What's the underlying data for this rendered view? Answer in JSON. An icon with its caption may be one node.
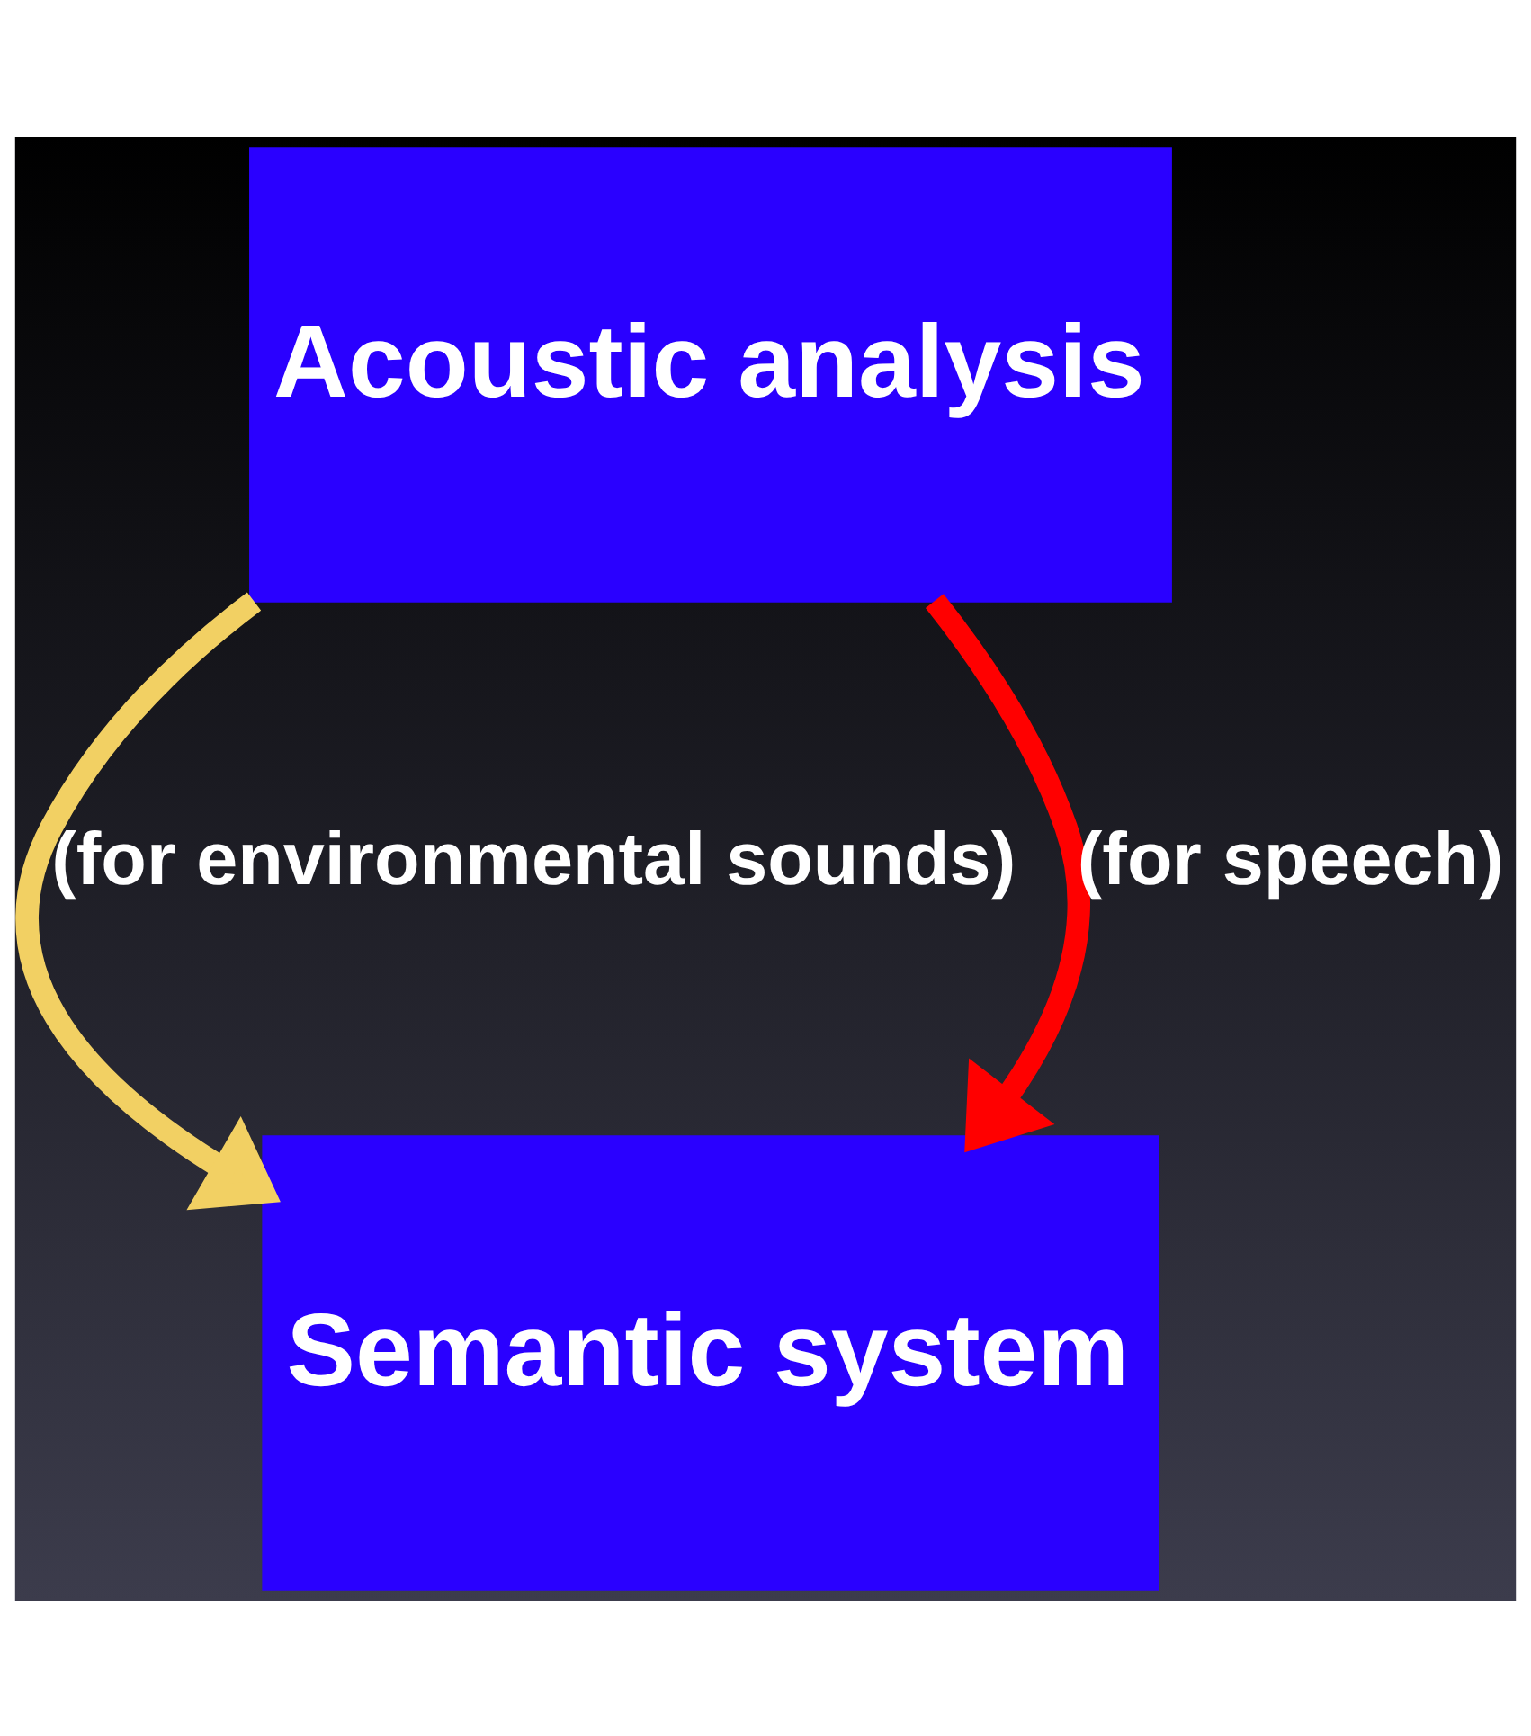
{
  "diagram": {
    "nodes": [
      {
        "text": [
          "Acoustic analysis"
        ]
      },
      {
        "text": [
          "Semantic system"
        ]
      }
    ],
    "edges": [
      {
        "from": 0,
        "to": 1,
        "arrow": "to",
        "label": "(for environmental sounds)",
        "color": "#f2d063"
      },
      {
        "from": 0,
        "to": 1,
        "arrow": "to",
        "label": "(for speech)",
        "color": "#ff0000"
      }
    ]
  }
}
